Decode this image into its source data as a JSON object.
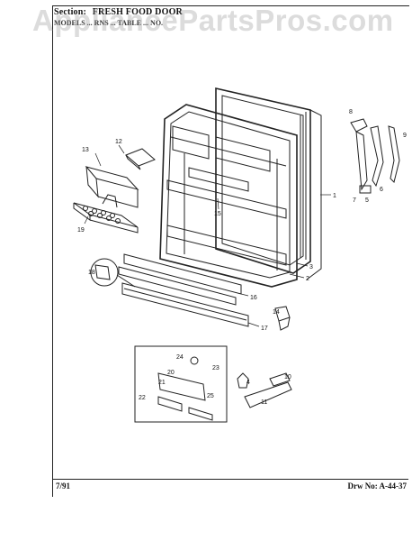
{
  "header": {
    "section_label": "Section:",
    "section_title": "FRESH FOOD DOOR",
    "sub_line": "MODELS ... RNS  ... TABLE  ... NO."
  },
  "watermark": "AppliancePartsPros.com",
  "footer": {
    "date": "7/91",
    "drawing_number": "Drw No: A-44-37"
  },
  "part_numbers": {
    "p1": "1",
    "p2": "2",
    "p3": "3",
    "p4": "4",
    "p5": "5",
    "p6": "6",
    "p7": "7",
    "p8": "8",
    "p9": "9",
    "p10": "10",
    "p11": "11",
    "p12": "12",
    "p13": "13",
    "p14": "14",
    "p15": "15",
    "p16": "16",
    "p17": "17",
    "p18": "18",
    "p19": "19",
    "p20": "20",
    "p21": "21",
    "p22": "22",
    "p23": "23",
    "p24": "24",
    "p25": "25"
  }
}
